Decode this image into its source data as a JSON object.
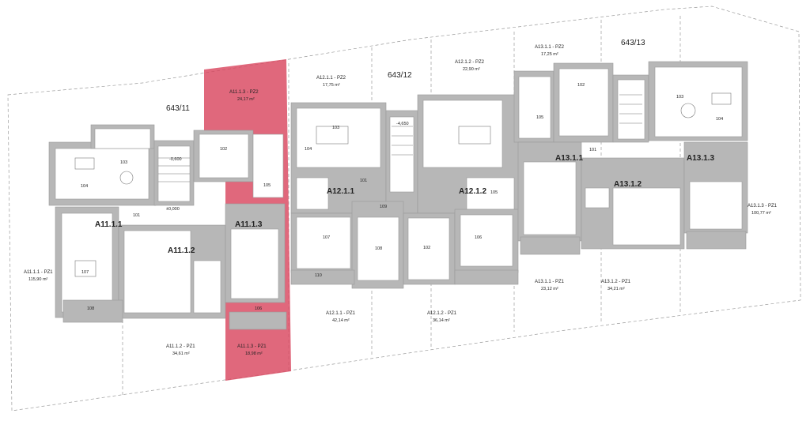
{
  "parcels": [
    "643/11",
    "643/12",
    "643/13"
  ],
  "units": [
    "A11.1.1",
    "A11.1.2",
    "A11.1.3",
    "A12.1.1",
    "A12.1.2",
    "A13.1.1",
    "A13.1.2",
    "A13.1.3"
  ],
  "zones": [
    {
      "id": "A11.1.3 - PZ2",
      "area": "24,17 m²"
    },
    {
      "id": "A12.1.1 - PZ2",
      "area": "17,75 m²"
    },
    {
      "id": "A12.1.2 - PZ2",
      "area": "22,90 m²"
    },
    {
      "id": "A13.1.1 - PZ2",
      "area": "17,25 m²"
    },
    {
      "id": "A11.1.1 - PZ1",
      "area": "115,90 m²"
    },
    {
      "id": "A11.1.2 - PZ1",
      "area": "34,61 m²"
    },
    {
      "id": "A11.1.3 - PZ1",
      "area": "18,98 m²"
    },
    {
      "id": "A12.1.1 - PZ1",
      "area": "42,14 m²"
    },
    {
      "id": "A12.1.2 - PZ1",
      "area": "36,14 m²"
    },
    {
      "id": "A13.1.1 - PZ1",
      "area": "23,12 m²"
    },
    {
      "id": "A13.1.2 - PZ1",
      "area": "34,21 m²"
    },
    {
      "id": "A13.1.3 - PZ1",
      "area": "100,77 m²"
    }
  ],
  "rooms": [
    "103",
    "104",
    "105",
    "102",
    "101",
    "108",
    "106",
    "107",
    "109",
    "110",
    "102",
    "103",
    "104",
    "105",
    "101",
    "102",
    "101",
    "103",
    "104",
    "105",
    "106",
    "107",
    "108"
  ],
  "levels": [
    "-4,650",
    "±0,000",
    "-0,600"
  ],
  "colors": {
    "highlight": "#d9475f",
    "wall": "#b7b7b7",
    "outline": "#9a9a9a"
  }
}
